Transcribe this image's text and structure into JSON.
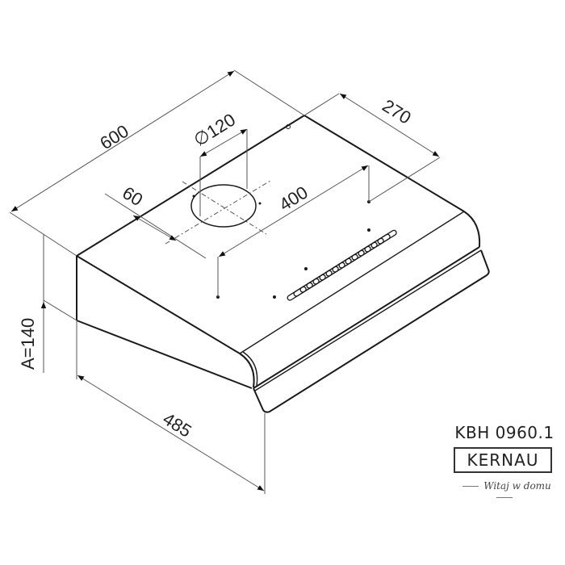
{
  "drawing": {
    "subject": "Under-cabinet cooker hood technical drawing",
    "dimensions": {
      "width": "600",
      "depth_top": "270",
      "duct_diameter": "∅120",
      "duct_offset": "60",
      "mount_spacing": "400",
      "height": "A=140",
      "depth_bottom": "485"
    }
  },
  "branding": {
    "model": "KBH 0960.1",
    "brand": "KERNAU",
    "tagline": "Witaj w domu"
  },
  "colors": {
    "line": "#1a1a1a",
    "dimension_line": "#555555",
    "background": "#ffffff"
  }
}
